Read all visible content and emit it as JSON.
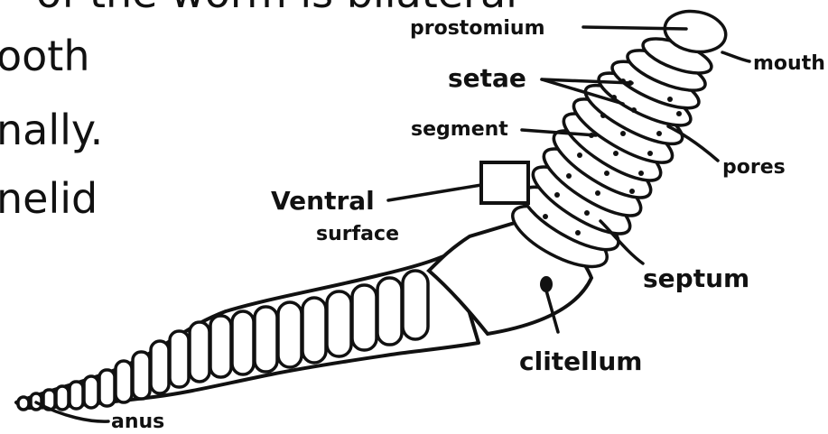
{
  "background_text": {
    "line_1": "of the worm is bilateral",
    "line_2": "ooth",
    "line_3": "nally.",
    "line_4": "nelid"
  },
  "labels": {
    "prostomium": "prostomium",
    "mouth": "mouth",
    "setae": "setae",
    "segment": "segment",
    "pores": "pores",
    "ventral_surface_1": "Ventral",
    "ventral_surface_2": "surface",
    "septum": "septum",
    "clitellum": "clitellum",
    "anus": "anus"
  },
  "colors": {
    "ink": "#111111",
    "paper": "#ffffff"
  }
}
